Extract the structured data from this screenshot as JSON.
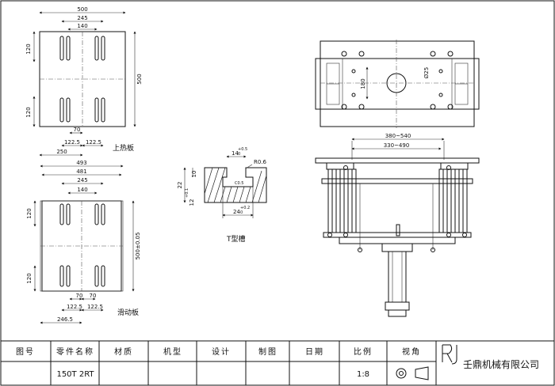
{
  "views": {
    "upper_plate": {
      "caption": "上热板",
      "dims": {
        "w500": "500",
        "w245": "245",
        "w140": "140",
        "h120a": "120",
        "h120b": "120",
        "h500": "500",
        "d70": "70",
        "d122a": "122.5",
        "d122b": "122.5",
        "d250": "250"
      }
    },
    "slide_plate": {
      "caption": "滑动板",
      "dims": {
        "w493": "493",
        "w481": "481",
        "w245": "245",
        "w140": "140",
        "h120a": "120",
        "h120b": "120",
        "h500": "500±0.05",
        "d70a": "70",
        "d70b": "70",
        "d122a": "122.5",
        "d122b": "122.5",
        "d246": "246.5"
      }
    },
    "t_slot": {
      "caption": "T型槽",
      "dims": {
        "top": "14",
        "top_tol": "+0.5",
        "top_tol2": "0",
        "h22": "22",
        "h10": "10",
        "h12": "12",
        "h12_tol": "+0.1",
        "h12_tol2": "0",
        "w24": "24",
        "w24_tol": "+0.2",
        "w24_tol2": "0",
        "r": "R0.6",
        "inner": "C0.5"
      }
    },
    "top_view": {
      "dims": {
        "d180": "180",
        "dia": "Ø25"
      }
    },
    "front_view": {
      "dims": {
        "w380": "380~540",
        "w330": "330~490"
      }
    }
  },
  "title_block": {
    "headers": [
      "图号",
      "零件名称",
      "材质",
      "机型",
      "设计",
      "制图",
      "日期",
      "比例",
      "视角"
    ],
    "values": {
      "part_name": "150T 2RT",
      "scale": "1:8"
    },
    "company": "壬鼎机械有限公司"
  }
}
